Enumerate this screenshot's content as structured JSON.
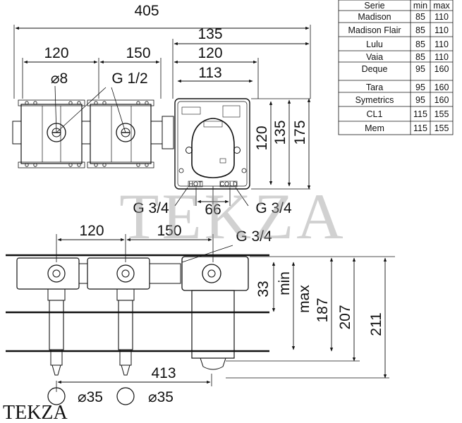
{
  "dimensions": {
    "top": {
      "overall": "405",
      "right_group": "135",
      "left_120": "120",
      "mid_150": "150",
      "right_120": "120",
      "right_113": "113",
      "dia8": "⌀8",
      "thread_g12": "G 1/2"
    },
    "vertical_right": {
      "v120": "120",
      "v135": "135",
      "v175": "175"
    },
    "under_top": {
      "g34_left": "G 3/4",
      "d66": "66",
      "g34_right": "G 3/4"
    },
    "side": {
      "left_120": "120",
      "mid_150": "150",
      "g34": "G 3/4",
      "d33": "33",
      "min": "min",
      "max": "max",
      "d187": "187",
      "d207": "207",
      "d211": "211",
      "d413": "413",
      "dia35_a": "⌀35",
      "dia35_b": "⌀35"
    }
  },
  "module_labels": {
    "hot": "HOT",
    "cold": "COLD"
  },
  "table": {
    "headers": [
      "Serie",
      "min",
      "max"
    ],
    "rows": [
      [
        "Madison",
        "85",
        "110"
      ],
      [
        "Madison Flair",
        "85",
        "110"
      ],
      [
        "Lulu",
        "85",
        "110"
      ],
      [
        "Vaia",
        "85",
        "110"
      ],
      [
        "Deque",
        "95",
        "160"
      ],
      [
        "Tara",
        "95",
        "160"
      ],
      [
        "Symetrics",
        "95",
        "160"
      ],
      [
        "CL1",
        "115",
        "155"
      ],
      [
        "Mem",
        "115",
        "155"
      ]
    ]
  },
  "watermark": {
    "center": "TEKZA",
    "corner": "TEKZA"
  }
}
